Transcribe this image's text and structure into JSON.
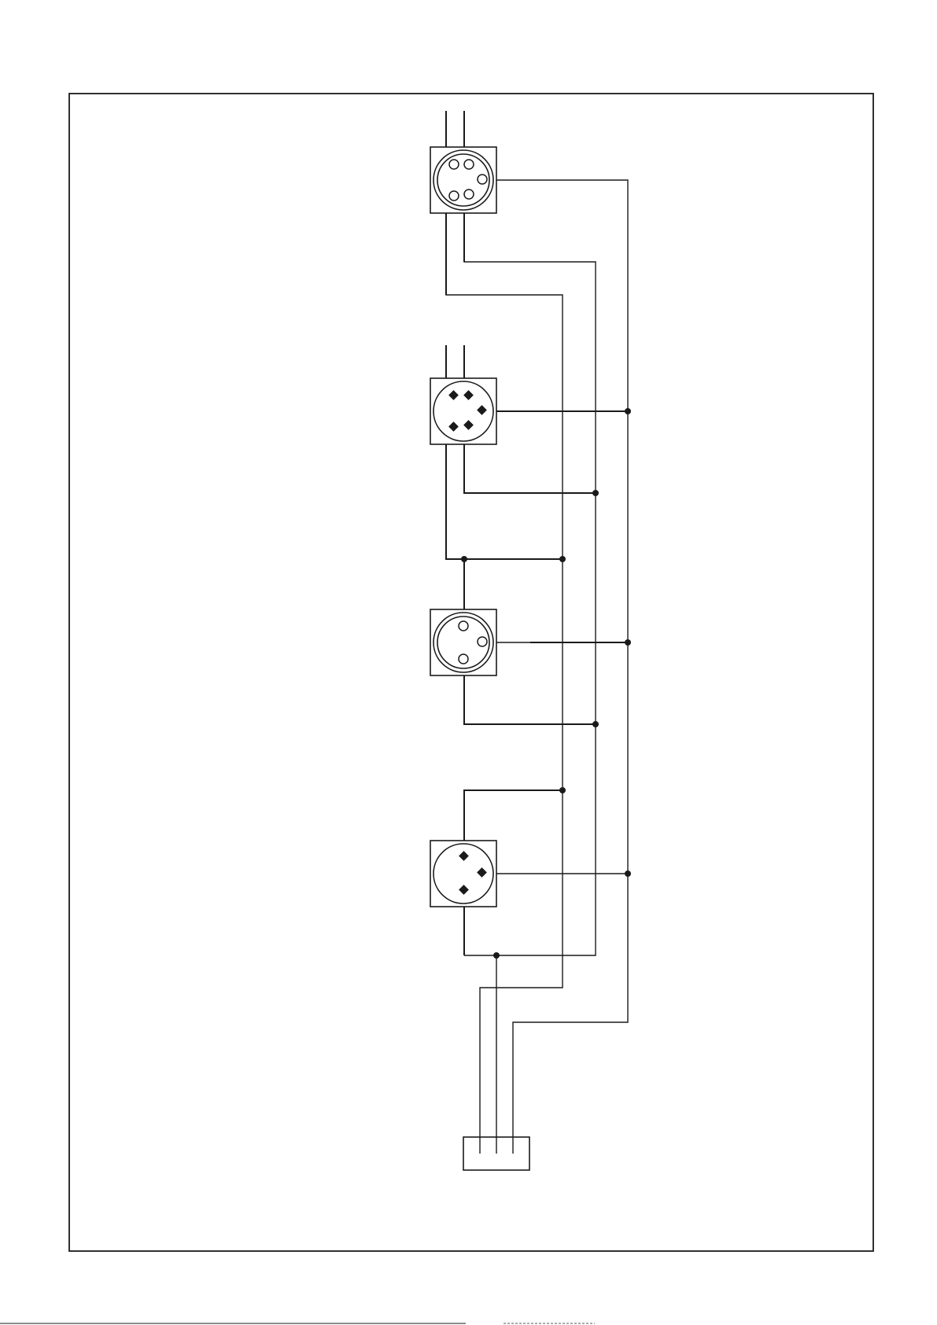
{
  "diagram": {
    "type": "wiring-schematic",
    "colors": {
      "line": "#1a1a1a",
      "background": "#ffffff"
    },
    "components": [
      {
        "name": "five-pin-socket-female",
        "pins": 5,
        "pin_style": "open-circle",
        "ring": "double"
      },
      {
        "name": "five-pin-socket-male",
        "pins": 5,
        "pin_style": "solid-diamond",
        "ring": "single"
      },
      {
        "name": "three-pin-socket-female",
        "pins": 3,
        "pin_style": "open-circle",
        "ring": "double"
      },
      {
        "name": "three-pin-socket-male",
        "pins": 3,
        "pin_style": "solid-diamond",
        "ring": "single"
      },
      {
        "name": "output-terminal-block",
        "outputs": 3
      }
    ]
  }
}
